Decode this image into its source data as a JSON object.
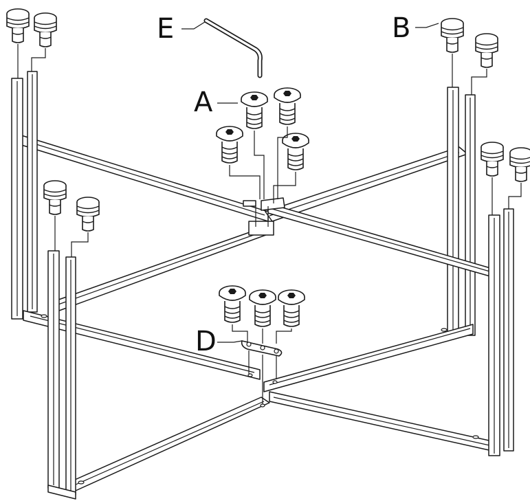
{
  "labels": {
    "a": "A",
    "b": "B",
    "d": "D",
    "e": "E"
  },
  "colors": {
    "line": "#1a1a1a",
    "background": "#ffffff"
  },
  "parts": {
    "a": "countersunk-screw",
    "b": "leveling-foot",
    "d": "connector-plate",
    "e": "hex-key"
  }
}
